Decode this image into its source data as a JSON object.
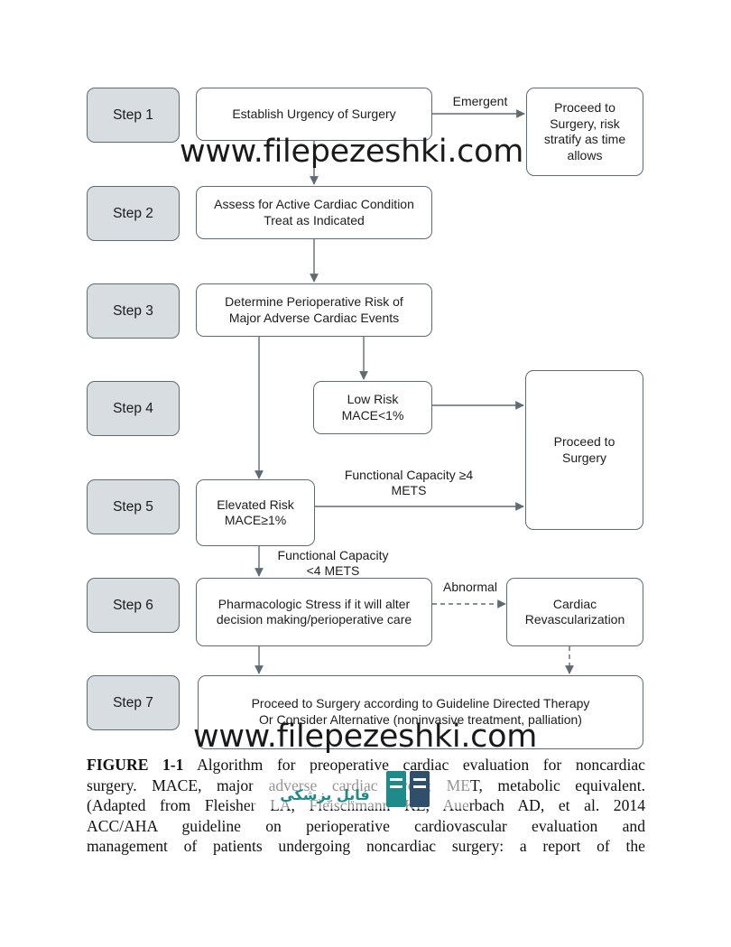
{
  "steps": [
    "Step 1",
    "Step 2",
    "Step 3",
    "Step 4",
    "Step 5",
    "Step 6",
    "Step 7"
  ],
  "boxes": {
    "urgency": "Establish Urgency of Surgery",
    "proceed_risk": "Proceed to Surgery, risk stratify as time allows",
    "assess_line1": "Assess for Active Cardiac Condition",
    "assess_line2": "Treat as Indicated",
    "determine_line1": "Determine Perioperative Risk of",
    "determine_line2": "Major Adverse Cardiac Events",
    "low_line1": "Low Risk",
    "low_line2": "MACE<1%",
    "proceed_surgery": "Proceed to Surgery",
    "elevated_line1": "Elevated Risk",
    "elevated_line2": "MACE≥1%",
    "stress_line1": "Pharmacologic Stress if it will alter",
    "stress_line2": "decision making/perioperative care",
    "revasc_line1": "Cardiac",
    "revasc_line2": "Revascularization",
    "final_line1": "Proceed to Surgery according to Guideline Directed Therapy",
    "final_line2": "Or Consider Alternative (noninvasive treatment, palliation)"
  },
  "edge_labels": {
    "emergent": "Emergent",
    "fc_high_line1": "Functional Capacity ≥4",
    "fc_high_line2": "METS",
    "fc_low_line1": "Functional Capacity",
    "fc_low_line2": "<4 METS",
    "abnormal": "Abnormal"
  },
  "watermark": "www.filepezeshki.com",
  "caption": {
    "label": "FIGURE 1-1",
    "line1": "Algorithm for preoperative cardiac evaluation for noncardiac",
    "line2": "surgery. MACE, major adverse cardiac event; MET, metabolic equivalent.",
    "line3": "(Adapted from Fleisher LA, Fleischmann KE, Auerbach AD, et al. 2014",
    "line4": "ACC/AHA guideline on perioperative cardiovascular evaluation and",
    "line5": "management of patients undergoing noncardiac surgery: a report of the"
  },
  "logo_text": "فایل پزشکی",
  "colors": {
    "step_fill": "#d7dde1",
    "border": "#5f6b72",
    "arrow": "#5f6b72",
    "logo_teal": "#1e8a8a"
  }
}
